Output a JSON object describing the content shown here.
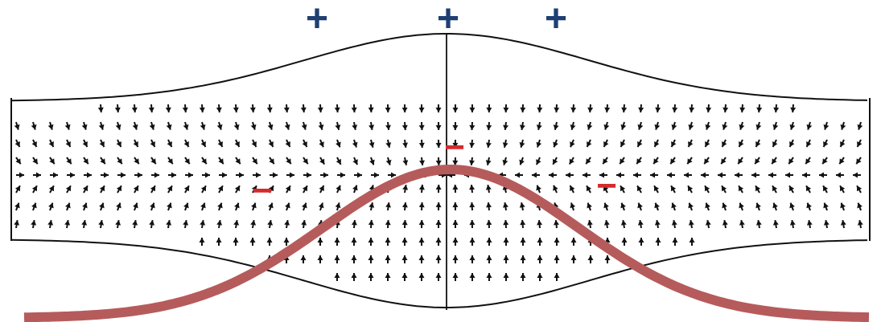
{
  "diagram": {
    "description_free": true,
    "colors": {
      "background": "#ffffff",
      "outline": "#111111",
      "arrows": "#111111",
      "positive_signs": "#1f3f73",
      "negative_signs": "#d52b2b",
      "wave_curve": "#b65b5b"
    },
    "markers": {
      "positive": [
        {
          "symbol": "+",
          "icon": "plus-sign"
        },
        {
          "symbol": "+",
          "icon": "plus-sign"
        },
        {
          "symbol": "+",
          "icon": "plus-sign"
        }
      ],
      "negative": [
        {
          "symbol": "−",
          "icon": "minus-sign"
        },
        {
          "symbol": "−",
          "icon": "minus-sign"
        },
        {
          "symbol": "−",
          "icon": "minus-sign"
        }
      ]
    }
  }
}
